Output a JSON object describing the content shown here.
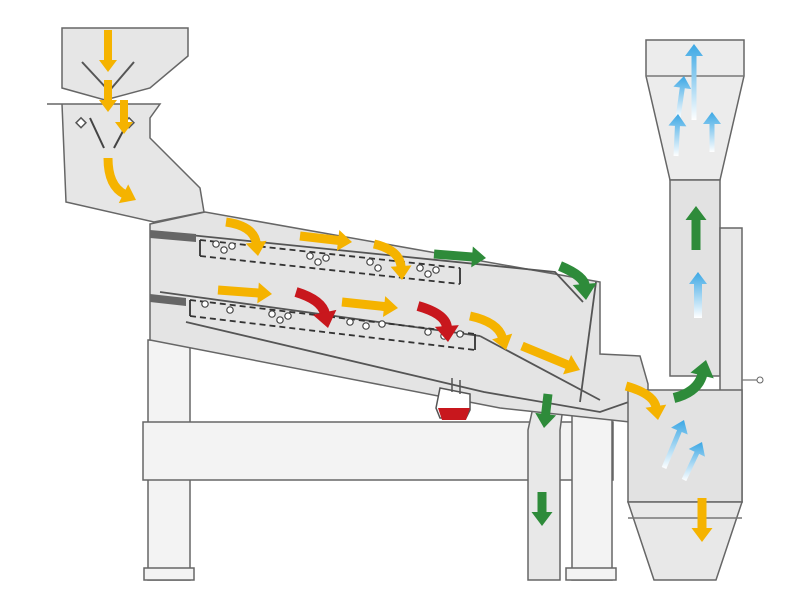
{
  "diagram": {
    "type": "machine-flow-schematic",
    "components": [
      "feed-hopper",
      "inlet-chute",
      "screen-housing",
      "upper-screen-deck",
      "lower-screen-deck",
      "sediment-cup",
      "fines-outlet-chute",
      "aspiration-column",
      "support-frame"
    ],
    "arrows": [
      {
        "id": "feed-1",
        "color": "yellow"
      },
      {
        "id": "feed-2",
        "color": "yellow"
      },
      {
        "id": "feed-3",
        "color": "yellow"
      },
      {
        "id": "feed-4",
        "color": "yellow"
      },
      {
        "id": "upper-1",
        "color": "yellow"
      },
      {
        "id": "upper-2",
        "color": "yellow"
      },
      {
        "id": "upper-3",
        "color": "yellow"
      },
      {
        "id": "upper-4",
        "color": "green"
      },
      {
        "id": "upper-5",
        "color": "green"
      },
      {
        "id": "lower-1",
        "color": "yellow"
      },
      {
        "id": "lower-2",
        "color": "red"
      },
      {
        "id": "lower-3",
        "color": "yellow"
      },
      {
        "id": "lower-4",
        "color": "red"
      },
      {
        "id": "lower-5",
        "color": "yellow"
      },
      {
        "id": "chute-1",
        "color": "yellow"
      },
      {
        "id": "fines-1",
        "color": "green"
      },
      {
        "id": "fines-2",
        "color": "green"
      },
      {
        "id": "asp-in",
        "color": "yellow"
      },
      {
        "id": "asp-up",
        "color": "green"
      },
      {
        "id": "column-up-1",
        "color": "blue"
      },
      {
        "id": "column-up-2",
        "color": "green"
      },
      {
        "id": "air-1",
        "color": "blue"
      },
      {
        "id": "air-2",
        "color": "blue"
      },
      {
        "id": "air-3",
        "color": "blue"
      },
      {
        "id": "air-4",
        "color": "blue"
      },
      {
        "id": "air-5",
        "color": "blue"
      },
      {
        "id": "air-6",
        "color": "blue"
      },
      {
        "id": "heavy-out",
        "color": "yellow"
      }
    ]
  },
  "colors": {
    "housing": "#e6e6e6",
    "outline": "#555555",
    "frame": "#f2f2f2",
    "yellow": "#f5b300",
    "green": "#2e8b3a",
    "red": "#c8171d",
    "blue": "#4fb3e8",
    "blue_light": "#cfeaf9"
  }
}
